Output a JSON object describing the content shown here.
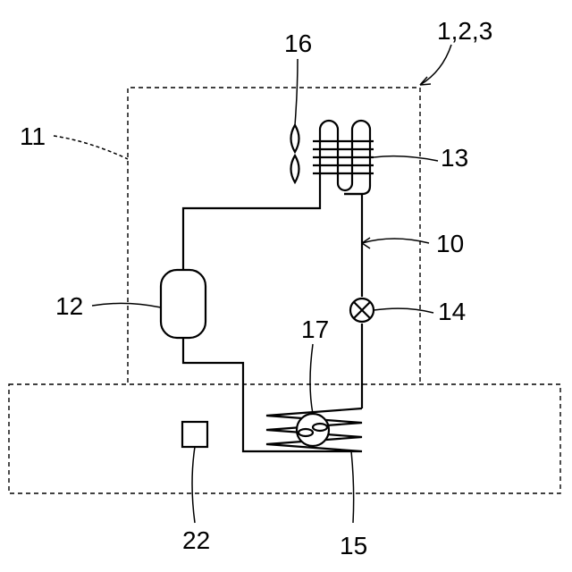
{
  "labels": {
    "unit": "1,2,3",
    "housing": "11",
    "accumulator": "12",
    "condenser": "13",
    "valve": "14",
    "evaporator": "15",
    "fan_upper": "16",
    "fan_lower": "17",
    "sensor": "22",
    "pipe": "10"
  },
  "icons": {
    "fan": "propeller-fan-icon",
    "valve": "expansion-valve-icon",
    "accumulator": "tank-icon",
    "condenser": "coil-heat-exchanger-icon",
    "evaporator": "zigzag-heat-exchanger-icon",
    "sensor": "square-sensor-icon"
  }
}
